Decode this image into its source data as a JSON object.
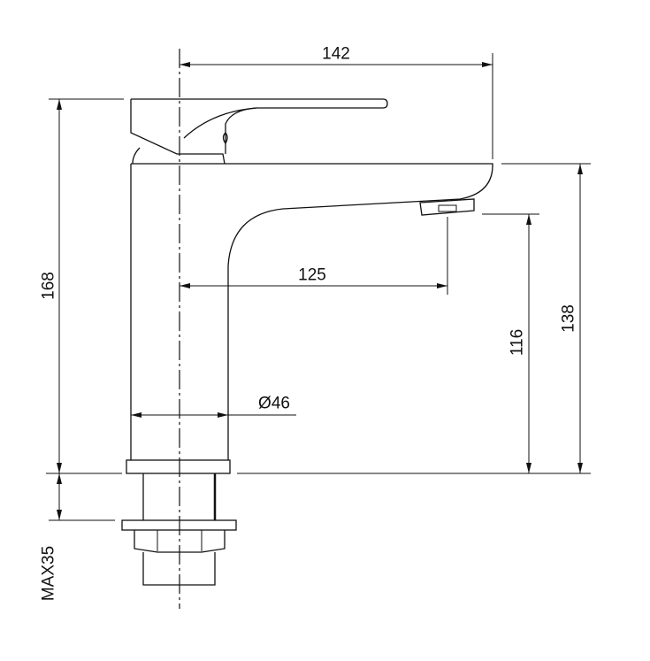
{
  "dimensions": {
    "spout_reach_total": "142",
    "spout_reach_outlet": "125",
    "total_height": "168",
    "spout_top_height": "138",
    "outlet_height": "116",
    "body_diameter": "Ø46",
    "max_mounting_thickness": "MAX35"
  }
}
